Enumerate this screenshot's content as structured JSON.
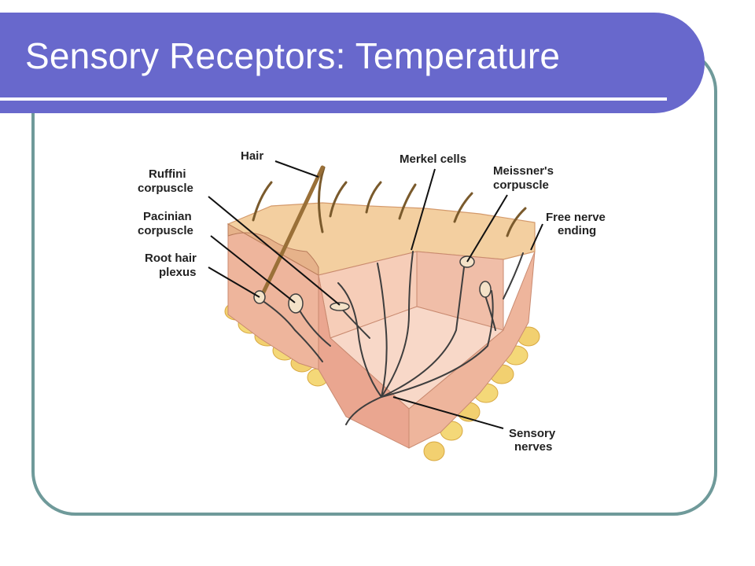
{
  "slide": {
    "title": "Sensory Receptors: Temperature"
  },
  "diagram": {
    "labels": {
      "hair": "Hair",
      "ruffini_1": "Ruffini",
      "ruffini_2": "corpuscle",
      "pacinian_1": "Pacinian",
      "pacinian_2": "corpuscle",
      "roothair_1": "Root hair",
      "roothair_2": "plexus",
      "merkel": "Merkel cells",
      "meissner_1": "Meissner's",
      "meissner_2": "corpuscle",
      "freenerve_1": "Free nerve",
      "freenerve_2": "ending",
      "sensory_1": "Sensory",
      "sensory_2": "nerves"
    }
  },
  "colors": {
    "title_bar": "#6868cc",
    "frame_border": "#6f9a9a",
    "skin_top": "#f3cfa0",
    "skin_side": "#eeb59c",
    "fat": "#f2d070"
  }
}
